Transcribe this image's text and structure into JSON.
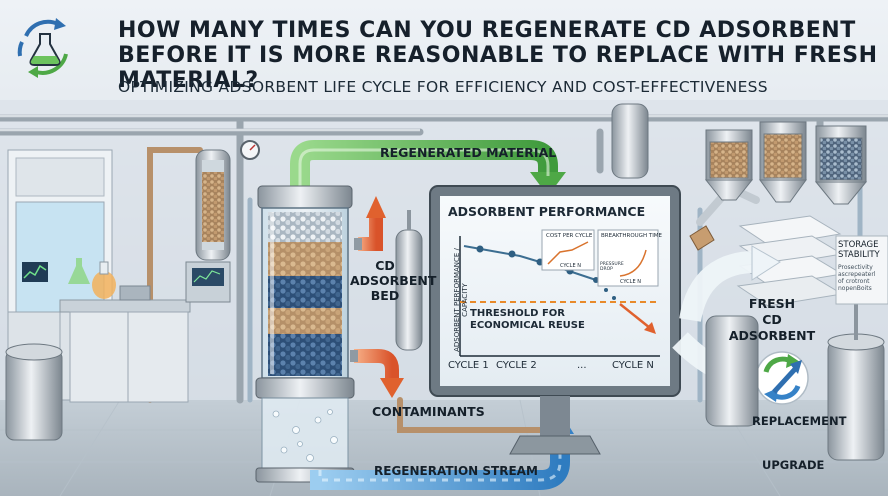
{
  "header": {
    "title": "HOW MANY TIMES CAN YOU REGENERATE CD ADSORBENT BEFORE IT IS MORE REASONABLE TO REPLACE WITH FRESH MATERIAL?",
    "subtitle": "OPTIMIZING ADSORBENT LIFE CYCLE FOR EFFICIENCY AND COST-EFFECTIVENESS",
    "logo_icon": "flask-cycle-icon"
  },
  "labels": {
    "regenerated_material": "REGENERATED MATERIAL",
    "bed": "CD\nADSORBENT\nBED",
    "contaminants": "CONTAMINANTS",
    "regeneration_stream": "REGENERATION STREAM",
    "fresh": "FRESH\nCD ADSORBENT",
    "replacement": "REPLACEMENT",
    "upgrade": "UPGRADE",
    "storage": "STORAGE\nSTABILITY",
    "storage_note": "Prosectivity\nascrepeaterl\nof crotront\nnopenBoits"
  },
  "monitor": {
    "title": "ADSORBENT PERFORMANCE",
    "y_axis": "ADSORBENT PERFORMANCE / CAPACITY",
    "threshold": "THRESHOLD FOR\nECONOMICAL REUSE",
    "inset1_title": "COST PER CYCLE",
    "inset1_axis": "CYCLE N",
    "inset2_title": "BREAKTHROUGH TIME",
    "inset2_ylabel": "PRESSURE DROP",
    "inset2_axis": "CYCLE N",
    "x_ticks": [
      "CYCLE 1",
      "CYCLE 2",
      "...",
      "CYCLE N"
    ]
  },
  "colors": {
    "accent_green": "#5dbb55",
    "accent_orange": "#e86a30",
    "accent_blue": "#3b8fd0",
    "threshold": "#e88a2a"
  }
}
